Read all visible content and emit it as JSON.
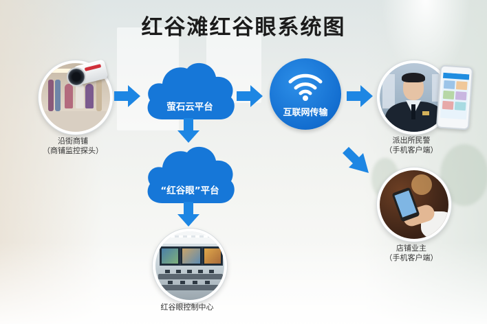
{
  "title": "红谷滩红谷眼系统图",
  "nodes": {
    "shop_camera": {
      "line1": "沿街商铺",
      "line2": "（商铺监控探头）"
    },
    "cloud_platform": {
      "label": "萤石云平台"
    },
    "internet": {
      "label": "互联网传输"
    },
    "police": {
      "line1": "派出所民警",
      "line2": "（手机客户端）"
    },
    "hongguyan_platform": {
      "label": "“红谷眼”平台"
    },
    "shop_owner": {
      "line1": "店铺业主",
      "line2": "（手机客户端）"
    },
    "control_center": {
      "line1": "红谷眼控制中心"
    }
  },
  "colors": {
    "accent_blue": "#1a7fe0",
    "arrow_blue": "#1d86e3",
    "cloud_blue": "#1677d8"
  },
  "icons": {
    "wifi": "wifi-icon",
    "arrow": "arrow-right-icon"
  }
}
